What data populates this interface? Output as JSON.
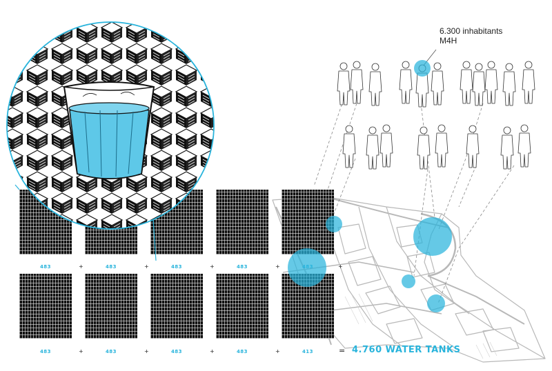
{
  "annotation": {
    "line1": "6.300 inhabitants",
    "line2": "M4H"
  },
  "grid": {
    "row1": [
      "483",
      "483",
      "483",
      "483",
      "483"
    ],
    "row2": [
      "483",
      "483",
      "483",
      "483",
      "413"
    ],
    "operator": "+",
    "equals": "="
  },
  "total": "4.760 WATER TANKS",
  "colors": {
    "accent": "#29b4dc",
    "water_fill": "#5ec8e8",
    "ink": "#111111",
    "map_line": "#b8b8b8"
  },
  "icons": {
    "glass": "glass-of-water-icon",
    "person": "person-silhouette-icon",
    "map": "district-map"
  }
}
